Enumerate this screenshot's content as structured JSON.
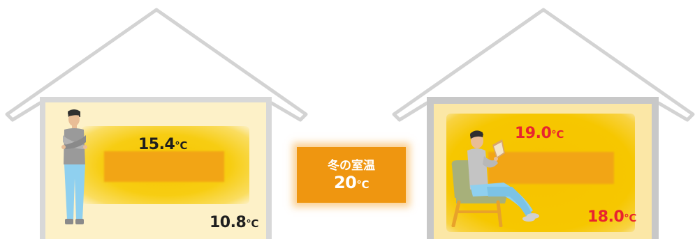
{
  "left_house": {
    "upper_temp": "15.4",
    "lower_temp": "10.8",
    "unit": "℃"
  },
  "center_label": {
    "title": "冬の室温",
    "temp": "20",
    "unit": "℃"
  },
  "right_house": {
    "upper_temp": "19.0",
    "lower_temp": "18.0",
    "unit": "℃"
  },
  "colors": {
    "red_text": "#e8232f",
    "dark_text": "#1e1e1e",
    "warm_yellow": "#f6c500",
    "warm_orange": "#ef9610"
  }
}
